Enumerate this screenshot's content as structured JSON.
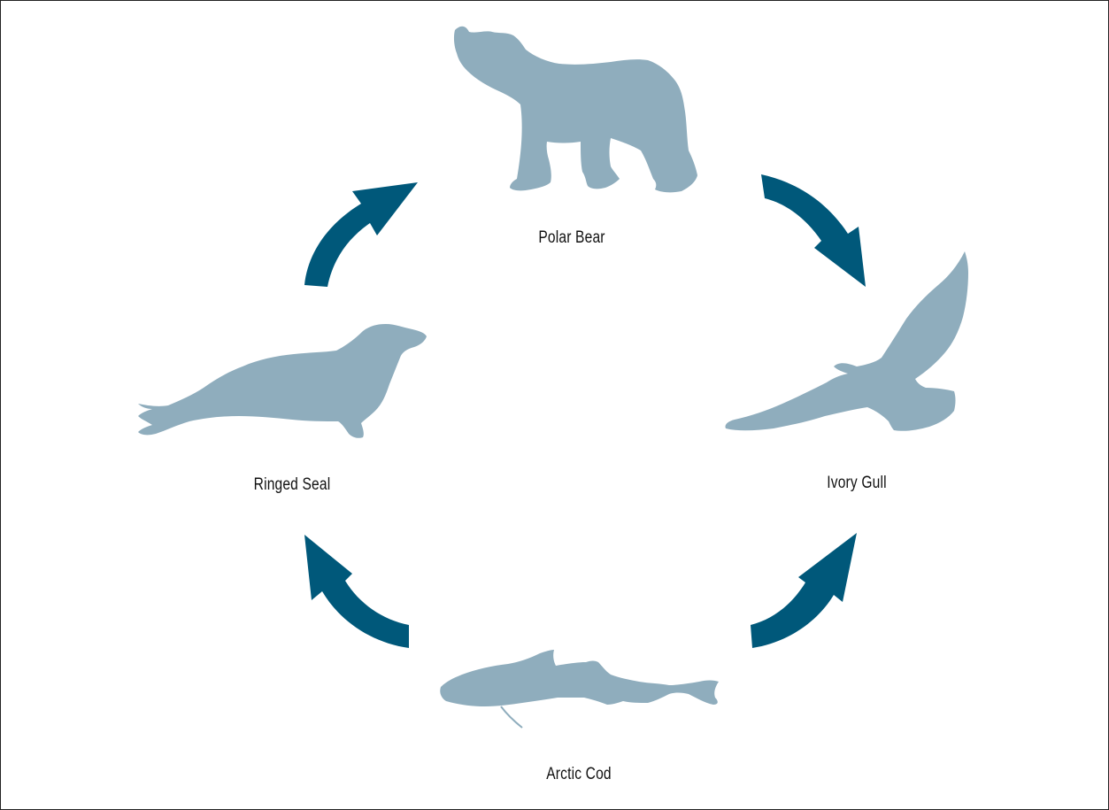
{
  "diagram": {
    "colors": {
      "silhouette": "#8fadbd",
      "arrow": "#00587a",
      "text": "#111111"
    },
    "nodes": [
      {
        "id": "polar-bear",
        "label": "Polar Bear",
        "icon": "polar-bear-icon"
      },
      {
        "id": "ivory-gull",
        "label": "Ivory Gull",
        "icon": "ivory-gull-icon"
      },
      {
        "id": "arctic-cod",
        "label": "Arctic Cod",
        "icon": "arctic-cod-icon"
      },
      {
        "id": "ringed-seal",
        "label": "Ringed Seal",
        "icon": "ringed-seal-icon"
      }
    ],
    "edges": [
      {
        "from": "polar-bear",
        "to": "ivory-gull"
      },
      {
        "from": "arctic-cod",
        "to": "ivory-gull"
      },
      {
        "from": "arctic-cod",
        "to": "ringed-seal"
      },
      {
        "from": "ringed-seal",
        "to": "polar-bear"
      }
    ]
  }
}
